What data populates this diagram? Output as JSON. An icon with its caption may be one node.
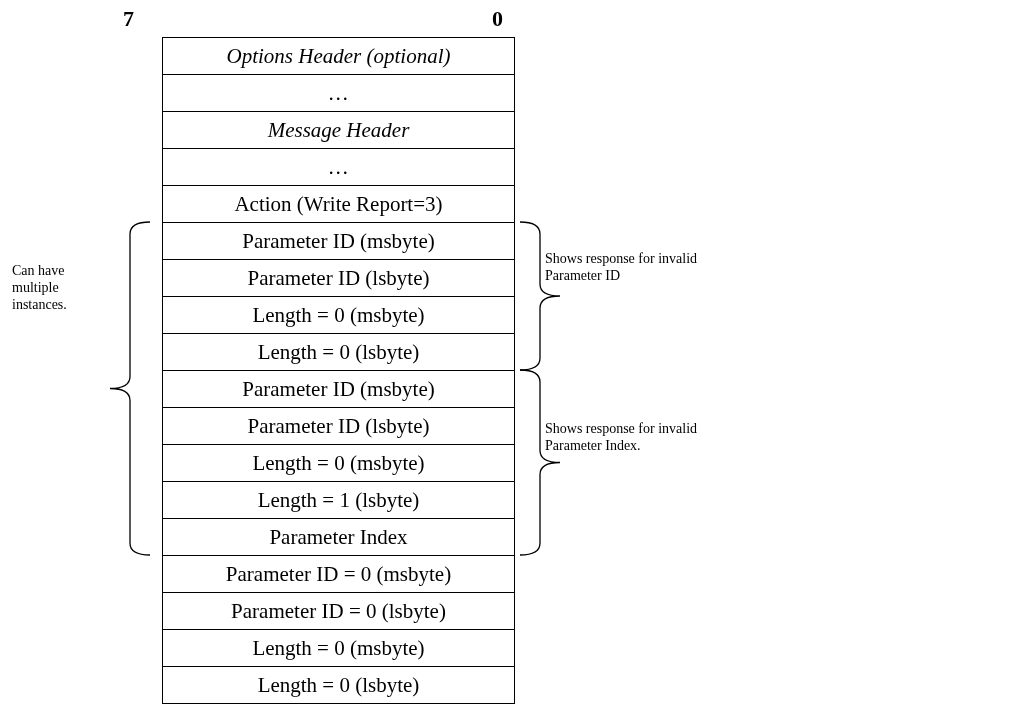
{
  "diagram": {
    "labels": [
      "7",
      "0",
      "Options Header (optional)",
      "…",
      "Message Header",
      "…",
      "Action (Write Report=3)",
      "Parameter ID (msbyte)",
      "Parameter ID (lsbyte)",
      "Length = 0 (msbyte)",
      "Length = 0 (lsbyte)",
      "Parameter ID (msbyte)",
      "Parameter ID (lsbyte)",
      "Length = 0 (msbyte)",
      "Length = 1 (lsbyte)",
      "Parameter Index",
      "Parameter ID = 0 (msbyte)",
      "Parameter ID = 0 (lsbyte)",
      "Length = 0 (msbyte)",
      "Length = 0 (lsbyte)",
      "Can have multiple instances.",
      "Shows response for invalid Parameter ID",
      "Shows response for invalid Parameter Index."
    ]
  }
}
